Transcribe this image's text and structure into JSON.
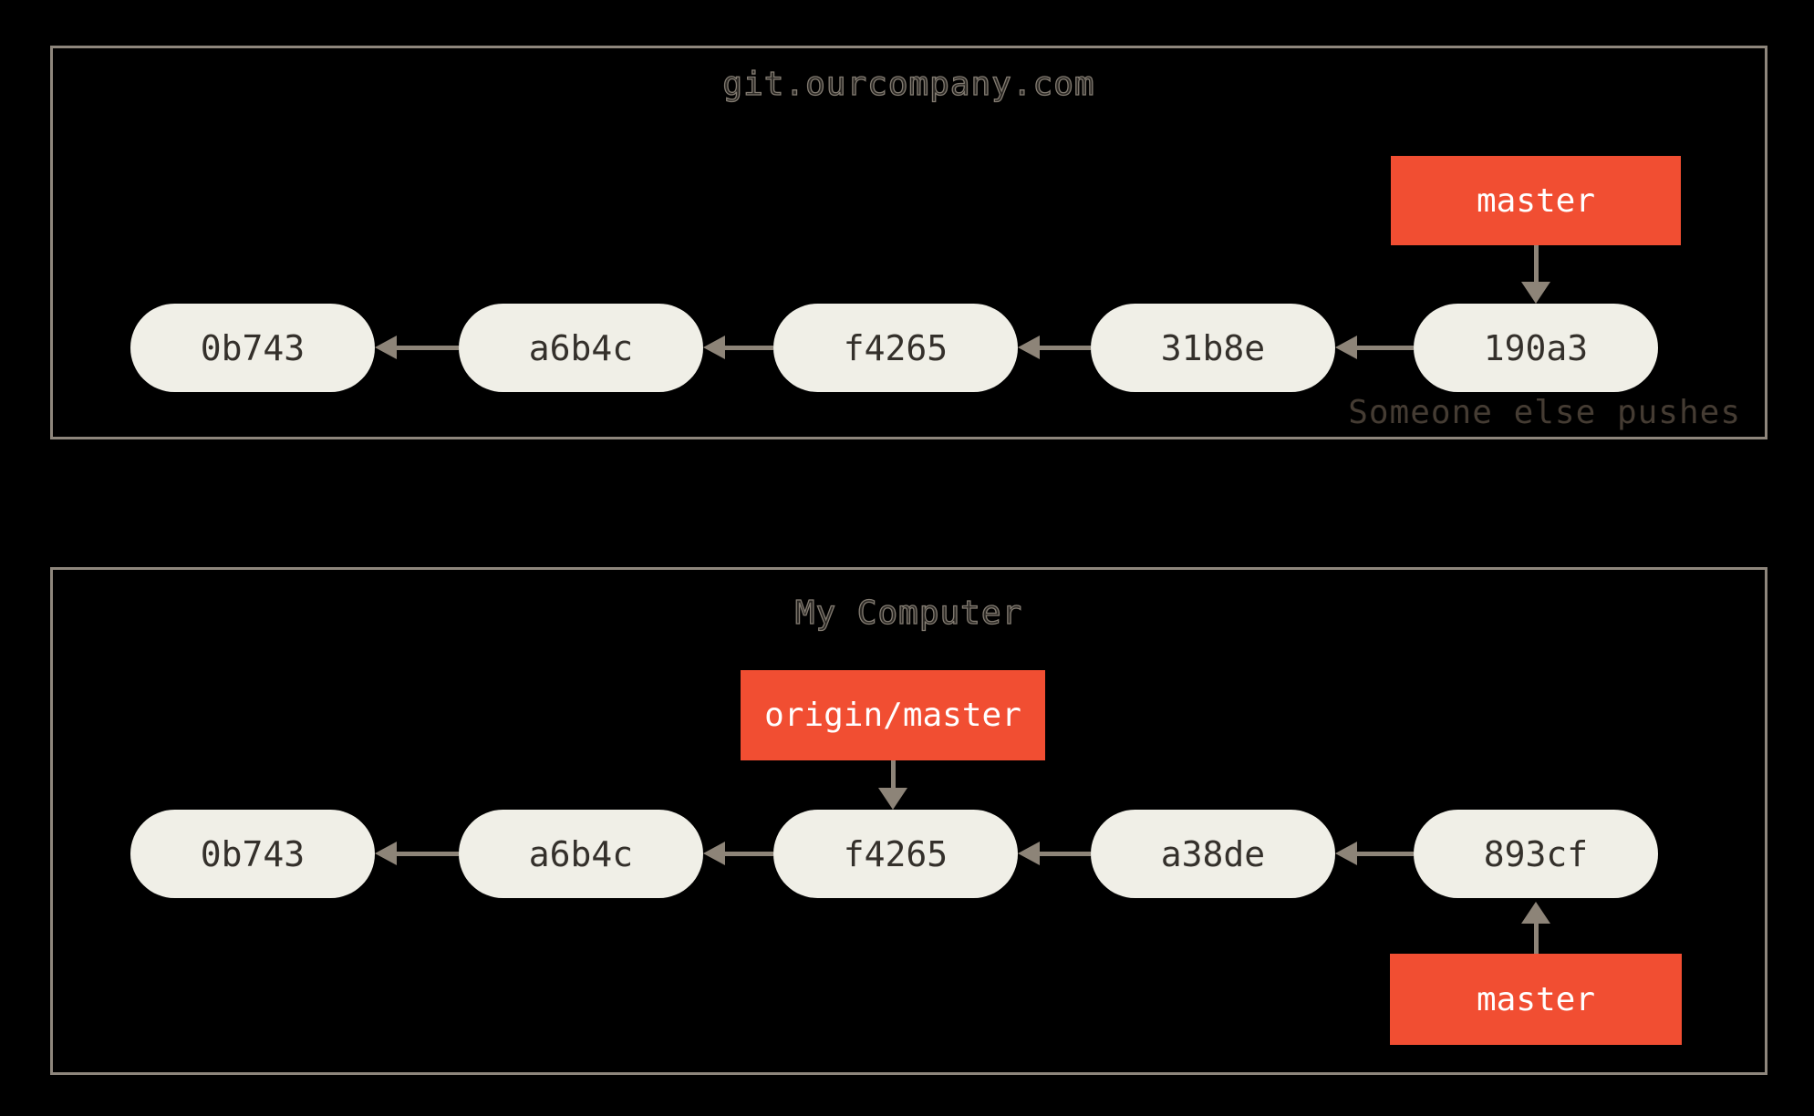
{
  "colors": {
    "background": "#000000",
    "panel_border": "#8E867C",
    "node_fill": "#F0EFE7",
    "node_text": "#34302B",
    "branch_fill": "#F14E32",
    "branch_text": "#FFFFFF",
    "arrow": "#8D8478",
    "caption": "#453C33",
    "title_stroke": "#827B71",
    "title_fill": "#2B2824"
  },
  "remote_panel": {
    "title": "git.ourcompany.com",
    "branch_label": "master",
    "branch_points_to": "190a3",
    "commits": [
      "0b743",
      "a6b4c",
      "f4265",
      "31b8e",
      "190a3"
    ],
    "caption": "Someone else pushes"
  },
  "local_panel": {
    "title": "My Computer",
    "remote_tracking_label": "origin/master",
    "remote_tracking_points_to": "f4265",
    "branch_label": "master",
    "branch_points_to": "893cf",
    "commits": [
      "0b743",
      "a6b4c",
      "f4265",
      "a38de",
      "893cf"
    ]
  }
}
